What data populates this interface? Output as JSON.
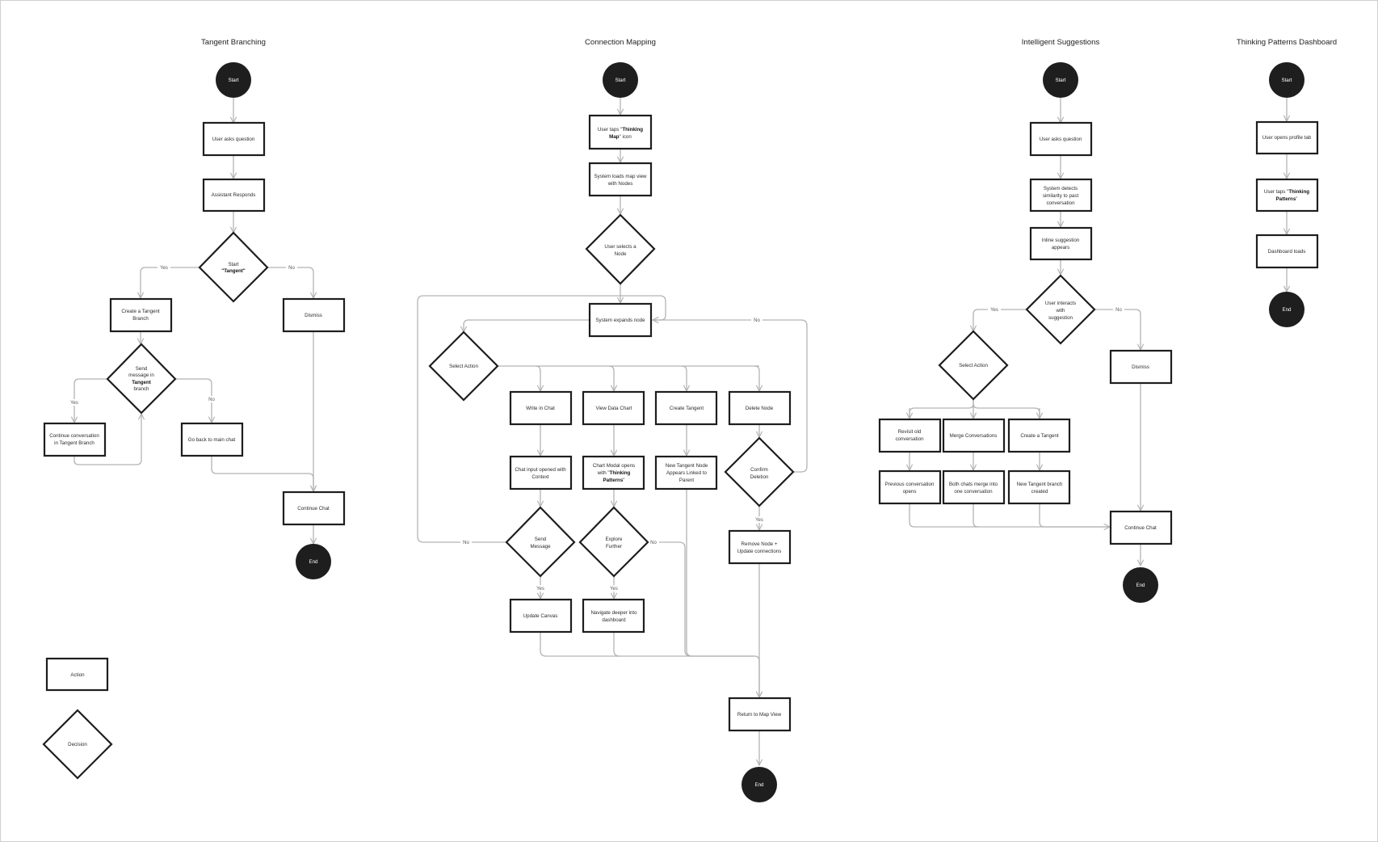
{
  "titles": {
    "tangent": "Tangent Branching",
    "mapping": "Connection Mapping",
    "suggest": "Intelligent Suggestions",
    "patterns": "Thinking Patterns Dashboard"
  },
  "common": {
    "start": "Start",
    "end": "End",
    "yes": "Yes",
    "no": "No"
  },
  "tangent": {
    "ask": "User asks question",
    "respond": "Assistant Responds",
    "start_tangent_1": "Start",
    "start_tangent_2": "\"Tangent\"",
    "create_branch_1": "Create a Tangent",
    "create_branch_2": "Branch",
    "dismiss": "Dismiss",
    "send_1": "Send",
    "send_2": "message in",
    "send_3": "Tangent",
    "send_4": "branch",
    "continue_conv_1": "Continue conversation",
    "continue_conv_2": "in Tangent Branch",
    "go_back": "Go back to main chat",
    "continue_chat": "Continue Chat"
  },
  "mapping": {
    "taps_1a": "User taps \"",
    "taps_1b": "Thinking",
    "taps_2a": "Map",
    "taps_2b": "\" icon",
    "loads_1": "System loads map view",
    "loads_2": "with Nodes",
    "selects_1": "User selects a",
    "selects_2": "Node",
    "expands": "System expands node",
    "select_action": "Select Action",
    "write": "Write in Chat",
    "view_chart": "View Data Chart",
    "create_tangent": "Create Tangent",
    "delete": "Delete Node",
    "chat_input_1": "Chat input opened with",
    "chat_input_2": "Context",
    "chart_modal_1": "Chart Modal opens",
    "chart_modal_2a": "with \"",
    "chart_modal_2b": "Thinking",
    "chart_modal_3a": "Patterns",
    "chart_modal_3b": "\"",
    "new_node_1": "New Tangent Node",
    "new_node_2": "Appears Linked to",
    "new_node_3": "Parent",
    "confirm_1": "Confirm",
    "confirm_2": "Deletion",
    "send_msg_1": "Send",
    "send_msg_2": "Message",
    "explore_1": "Explore",
    "explore_2": "Further",
    "remove_1": "Remove Node +",
    "remove_2": "Update connections",
    "update_canvas": "Update Canvas",
    "navigate_1": "Navigate deeper into",
    "navigate_2": "dashboard",
    "return_map": "Return to Map View"
  },
  "suggest": {
    "ask": "User asks question",
    "detects_1": "System detects",
    "detects_2": "similarity to past",
    "detects_3": "conversation",
    "inline_1": "Inline suggestion",
    "inline_2": "appears",
    "interacts_1": "User interacts",
    "interacts_2": "with",
    "interacts_3": "suggestion",
    "select_action": "Select Action",
    "dismiss": "Dismiss",
    "revisit_1": "Revisit old",
    "revisit_2": "conversation",
    "merge": "Merge Conversations",
    "create_tangent": "Create a Tangent",
    "previous_1": "Previous conversation",
    "previous_2": "opens",
    "both_1": "Both chats merge into",
    "both_2": "one conversation",
    "new_branch_1": "New Tangent branch",
    "new_branch_2": "created",
    "continue_chat": "Continue Chat"
  },
  "patterns": {
    "opens_profile": "User opens profile tab",
    "taps_1a": "User taps \"",
    "taps_1b": "Thinking",
    "taps_2a": "Patterns",
    "taps_2b": "\"",
    "dashboard_loads": "Dashboard loads"
  },
  "legend": {
    "action": "Action",
    "decision": "Decision"
  }
}
